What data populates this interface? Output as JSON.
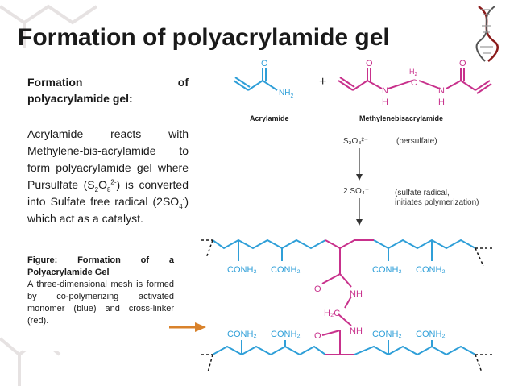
{
  "title": "Formation of polyacrylamide gel",
  "left": {
    "heading_word1": "Formation",
    "heading_word2": "of",
    "heading_line2": "polyacrylamide gel:",
    "body_p1": "Acrylamide reacts with Methylene-bis-acrylamide to form polyacrylamide gel where Pursulfate (S",
    "body_s2": "2",
    "body_o": "O",
    "body_s8": "8",
    "body_s2minus": "2-",
    "body_p2": ") is converted into Sulfate free radical (2SO",
    "body_s4": "4",
    "body_sminus": "-",
    "body_p3": ") which act as a catalyst."
  },
  "caption": {
    "title": "Figure: Formation of a Polyacrylamide Gel",
    "text": "A three-dimensional mesh is formed by co-polymerizing activated monomer (blue) and cross-linker (red)."
  },
  "diagram": {
    "acrylamide_label": "Acrylamide",
    "methylene_label": "Methylenebisacrylamide",
    "plus": "+",
    "o": "O",
    "nh2": "NH",
    "nh2_sub": "2",
    "n": "N",
    "h": "H",
    "c": "C",
    "h2": "H",
    "h2_sub": "2",
    "persulfate_formula": "S₂O₈²⁻",
    "persulfate_label": "(persulfate)",
    "sulfate_formula": "2 SO₄⁻",
    "sulfate_label_1": "(sulfate radical,",
    "sulfate_label_2": "initiates polymerization)",
    "conh2": "CONH₂",
    "nh": "NH",
    "h2c": "H₂C"
  },
  "colors": {
    "monomer_blue": "#2f9fd8",
    "crosslinker_magenta": "#c8318c",
    "arrow_orange": "#d9822b",
    "text_dark": "#1a1a1a"
  }
}
